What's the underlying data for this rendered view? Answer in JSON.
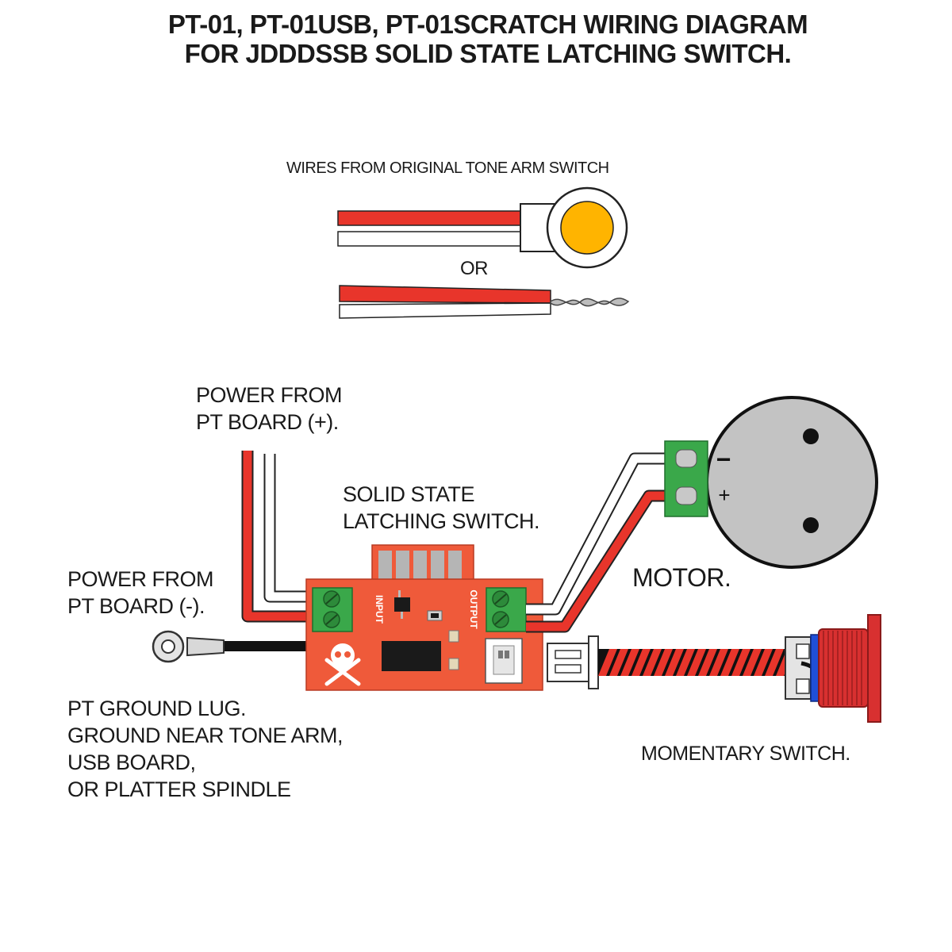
{
  "title": {
    "line1": "PT-01, PT-01USB, PT-01SCRATCH WIRING DIAGRAM",
    "line2": "FOR JDDDSSB SOLID STATE LATCHING SWITCH."
  },
  "top_section": {
    "label": "WIRES FROM ORIGINAL TONE ARM SWITCH",
    "or_label": "OR"
  },
  "labels": {
    "power_plus": [
      "POWER FROM",
      "PT BOARD (+)."
    ],
    "power_minus": [
      "POWER FROM",
      "PT BOARD (-)."
    ],
    "switch_board": [
      "SOLID STATE",
      "LATCHING SWITCH."
    ],
    "motor": "MOTOR.",
    "ground": [
      "PT GROUND LUG.",
      "GROUND NEAR TONE ARM,",
      "USB BOARD,",
      "OR PLATTER SPINDLE"
    ],
    "momentary": "MOMENTARY SWITCH."
  },
  "board_marks": {
    "input": "INPUT",
    "output": "OUTPUT",
    "motor_minus": "−",
    "motor_plus": "+"
  },
  "colors": {
    "wire_red": "#e8352b",
    "wire_white": "#ffffff",
    "wire_black": "#111111",
    "board": "#ef5a3a",
    "terminal_green": "#3aa84a",
    "motor_gray": "#c3c3c3",
    "button_yellow": "#ffb400",
    "switch_red": "#d83030",
    "switch_blue": "#1f4fd8"
  }
}
